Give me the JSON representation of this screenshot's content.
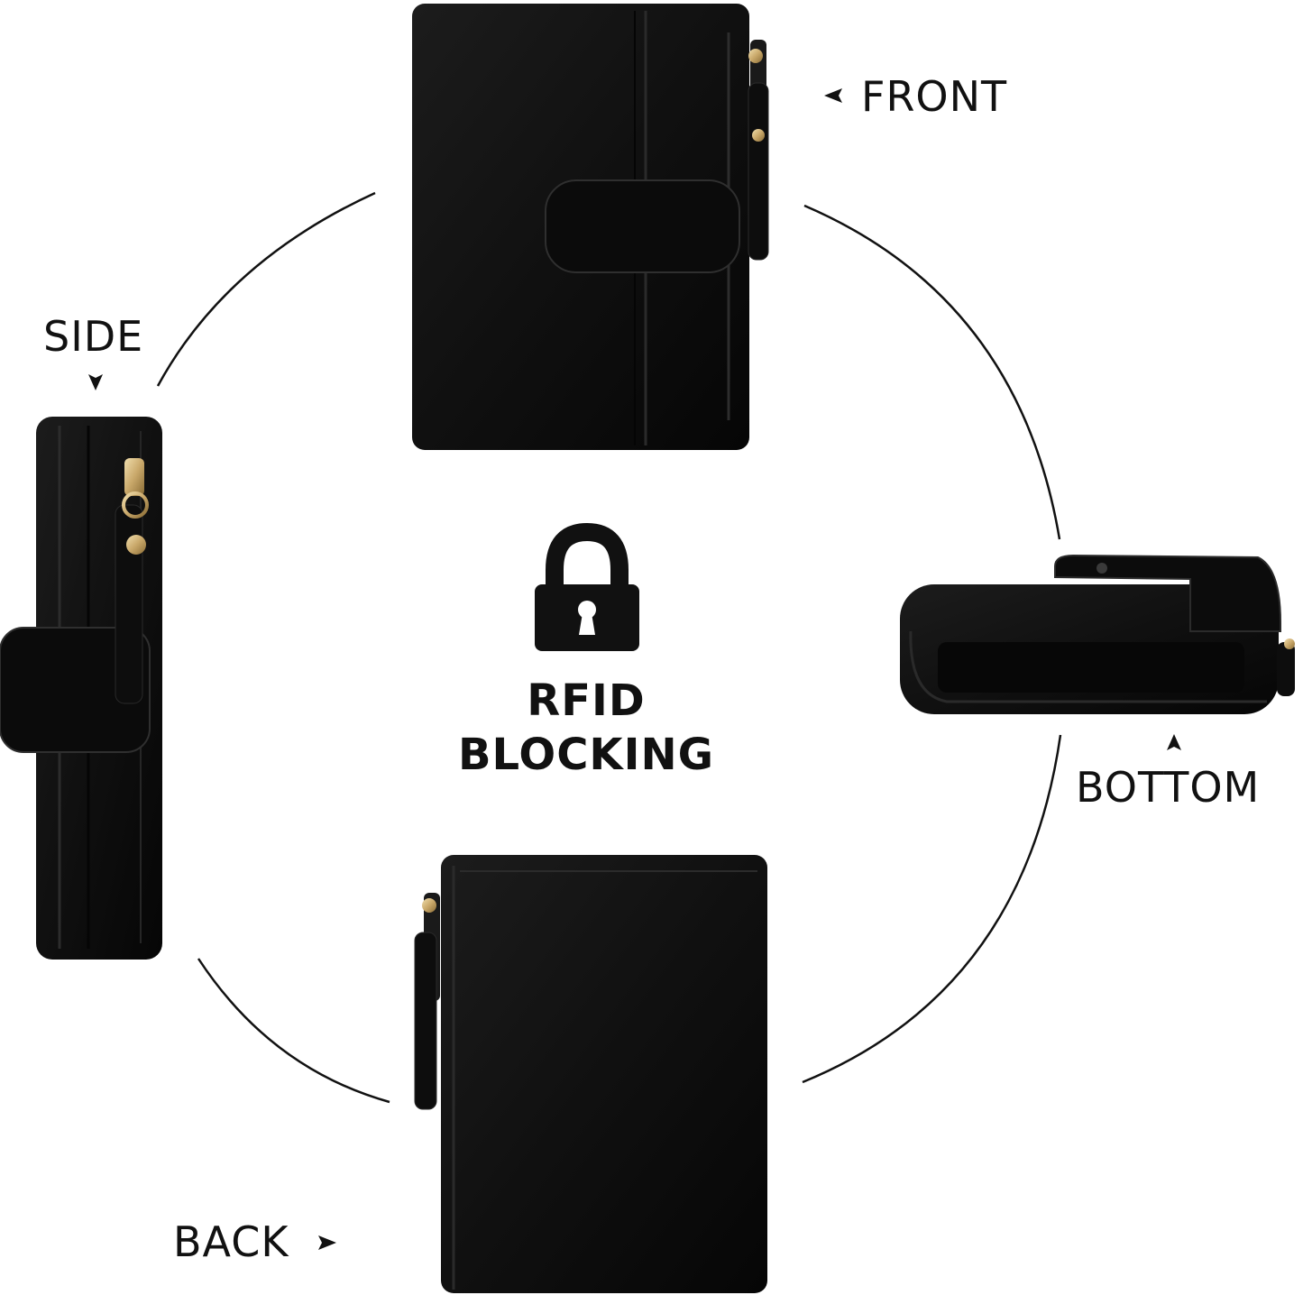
{
  "view_labels": {
    "front": "FRONT",
    "side": "SIDE",
    "bottom": "BOTTOM",
    "back": "BACK"
  },
  "badge": {
    "line1": "RFID",
    "line2": "BLOCKING",
    "icon": "padlock-icon"
  },
  "colors": {
    "background": "#ffffff",
    "wallet": "#121212",
    "text": "#111111",
    "hardware": "#c9a86a"
  }
}
